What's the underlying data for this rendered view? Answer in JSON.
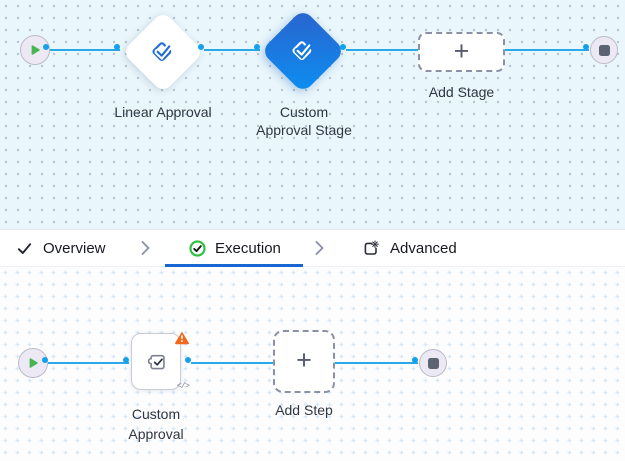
{
  "stage_canvas": {
    "nodes": {
      "start": {
        "icon": "play-icon"
      },
      "linear_approval": {
        "label": "Linear Approval",
        "icon": "approval-check-icon",
        "selected": false
      },
      "custom_approval_stage": {
        "label": "Custom Approval Stage",
        "icon": "approval-check-icon",
        "selected": true
      },
      "add_stage": {
        "label": "Add Stage",
        "plus": "+"
      },
      "end": {
        "icon": "stop-icon"
      }
    }
  },
  "tab_bar": {
    "tabs": [
      {
        "label": "Overview",
        "icon": "check-icon",
        "active": false
      },
      {
        "label": "Execution",
        "icon": "check-circle-icon",
        "active": true
      },
      {
        "label": "Advanced",
        "icon": "square-gear-icon",
        "active": false
      }
    ]
  },
  "step_canvas": {
    "nodes": {
      "start": {
        "icon": "play-icon"
      },
      "custom_approval": {
        "label": "Custom Approval",
        "icon": "puzzle-check-icon",
        "has_warning": true,
        "code_badge": "</>"
      },
      "add_step": {
        "label": "Add Step",
        "plus": "+"
      },
      "end": {
        "icon": "stop-icon"
      }
    }
  },
  "colors": {
    "connector_blue": "#2aa9e8",
    "port_blue": "#12a0ef",
    "selected_stage_gradient_start": "#2a63cd",
    "selected_stage_gradient_end": "#0c8ff2",
    "stage_icon_blue": "#1f6ed8",
    "active_tab_underline": "#1866d2",
    "execution_check_green": "#2ec245",
    "start_play_green": "#46b552",
    "warning_orange": "#f2681c",
    "canvas_top_bg": "#e9f6fb"
  }
}
